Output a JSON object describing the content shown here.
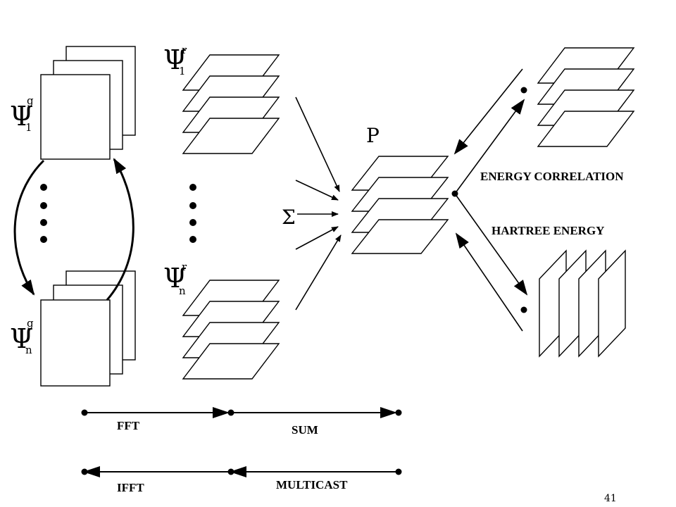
{
  "psi_symbol": "Ψ",
  "sigma_symbol": "Σ",
  "labels": {
    "g_sup": "g",
    "r_sup": "r",
    "sub_1": "1",
    "sub_n": "n",
    "p": "P",
    "energy_correlation": "ENERGY CORRELATION",
    "hartree_energy": "HARTREE ENERGY",
    "fft": "FFT",
    "sum": "SUM",
    "ifft": "IFFT",
    "multicast": "MULTICAST"
  },
  "page_number": "41"
}
